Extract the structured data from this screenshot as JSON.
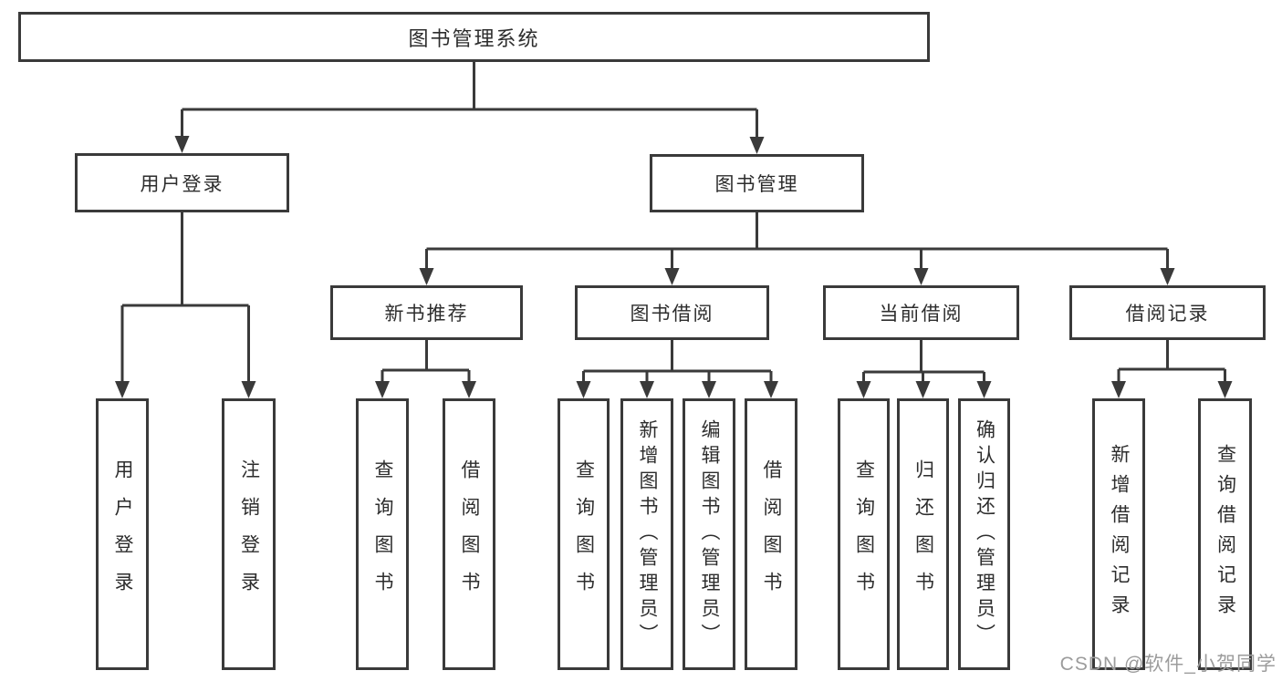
{
  "nodes": {
    "root": "图书管理系统",
    "level2": {
      "user_login": "用户登录",
      "book_management": "图书管理"
    },
    "level3": {
      "new_book_recommend": "新书推荐",
      "book_borrow": "图书借阅",
      "current_borrow": "当前借阅",
      "borrow_record": "借阅记录"
    },
    "leaves": {
      "user_login": "用户登录",
      "logout": "注销登录",
      "query_book_recommend": "查询图书",
      "borrow_book_recommend": "借阅图书",
      "query_book_borrow": "查询图书",
      "add_book_admin": "新增图书（管理员）",
      "edit_book_admin": "编辑图书（管理员）",
      "borrow_book_borrow": "借阅图书",
      "query_book_current": "查询图书",
      "return_book": "归还图书",
      "confirm_return_admin": "确认归还（管理员）",
      "add_borrow_record": "新增借阅记录",
      "query_borrow_record": "查询借阅记录"
    }
  },
  "watermark": "CSDN @软件_小贺同学",
  "colors": {
    "line": "#3a3a3a",
    "text": "#2d2d2d",
    "background": "#ffffff",
    "watermark": "#9c9c9c"
  }
}
